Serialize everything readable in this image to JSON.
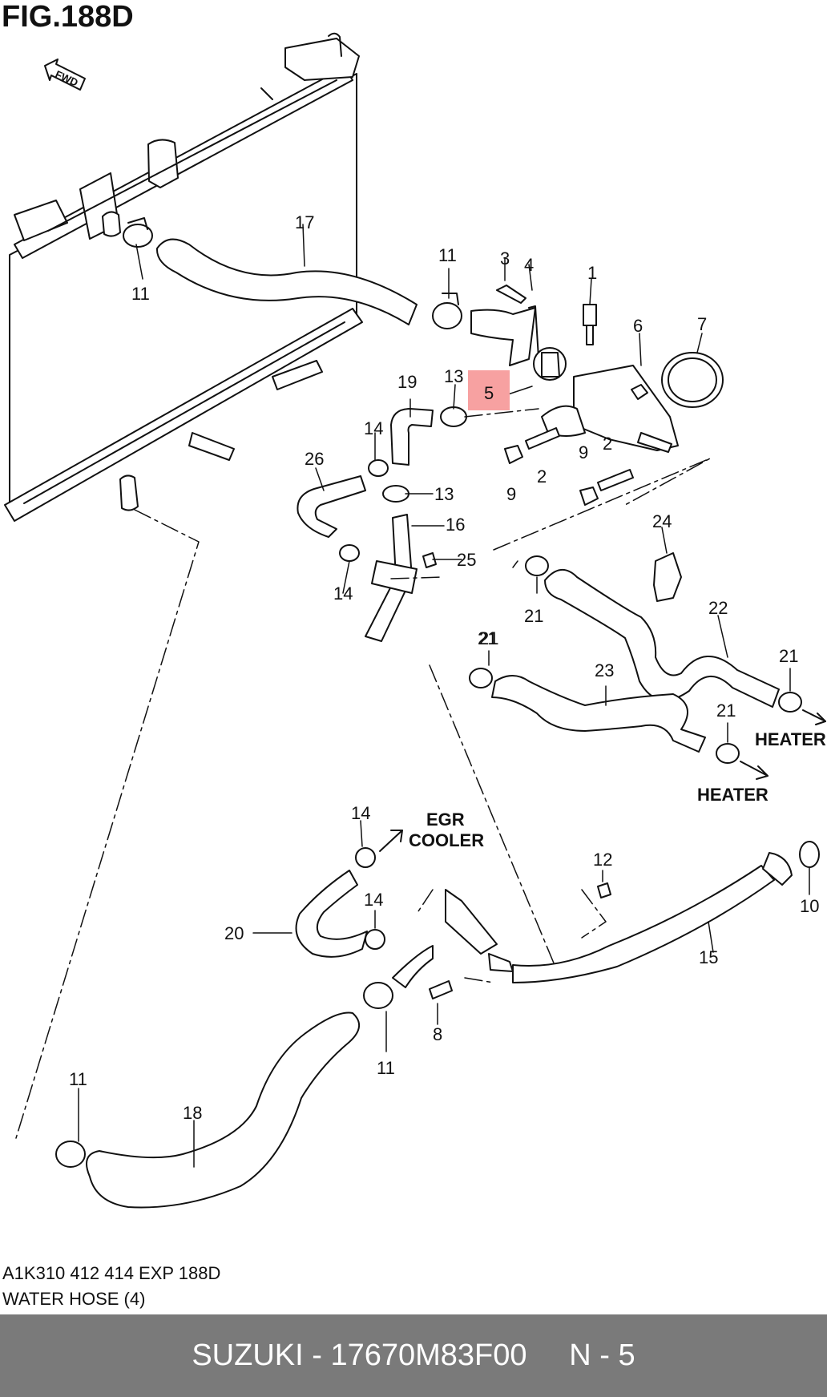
{
  "figure": {
    "title": "FIG.188D",
    "fwd_badge": "FWD",
    "code": "A1K310 412 414 EXP 188D",
    "caption": "WATER HOSE (4)"
  },
  "callouts": [
    "1",
    "2",
    "2",
    "3",
    "4",
    "5",
    "6",
    "7",
    "8",
    "9",
    "9",
    "10",
    "11",
    "11",
    "11",
    "11",
    "12",
    "13",
    "13",
    "14",
    "14",
    "14",
    "14",
    "15",
    "16",
    "17",
    "18",
    "19",
    "20",
    "21",
    "21",
    "21",
    "21",
    "21",
    "22",
    "23",
    "24",
    "25",
    "26"
  ],
  "destinations": {
    "heater_upper": "HEATER",
    "heater_lower": "HEATER",
    "egr_line1": "EGR",
    "egr_line2": "COOLER"
  },
  "highlight": {
    "part_number": "5",
    "color": "#f7a1a1"
  },
  "footer": {
    "brand": "SUZUKI",
    "part_code": "17670M83F00",
    "ref": "N - 5",
    "text": "SUZUKI - 17670M83F00     N - 5",
    "background": "#7a7a7a",
    "text_color": "#ffffff"
  }
}
